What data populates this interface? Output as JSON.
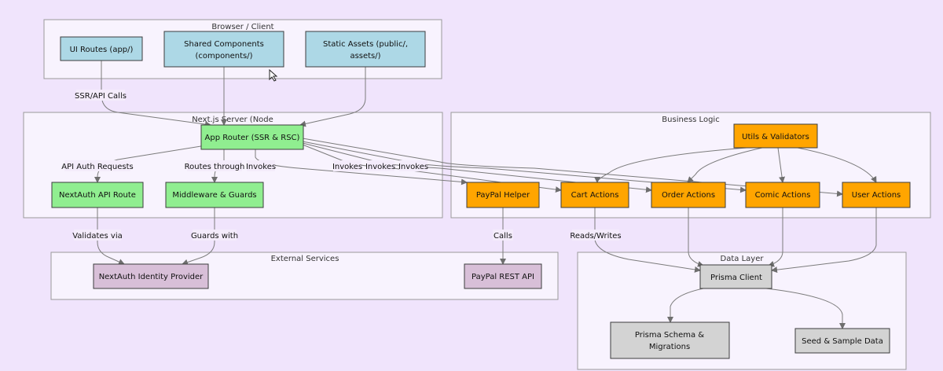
{
  "diagram": {
    "clusters": {
      "browser": "Browser / Client",
      "server": "Next.js Server (Node",
      "business": "Business Logic",
      "external": "External Services",
      "data": "Data Layer"
    },
    "nodes": {
      "ui_routes": [
        "UI Routes (app/)"
      ],
      "shared_components": [
        "Shared Components",
        "(components/)"
      ],
      "static_assets": [
        "Static Assets (public/,",
        "assets/)"
      ],
      "app_router": [
        "App Router (SSR & RSC)"
      ],
      "nextauth_route": [
        "NextAuth API Route"
      ],
      "middleware": [
        "Middleware & Guards"
      ],
      "utils": [
        "Utils & Validators"
      ],
      "paypal_helper": [
        "PayPal Helper"
      ],
      "cart_actions": [
        "Cart Actions"
      ],
      "order_actions": [
        "Order Actions"
      ],
      "comic_actions": [
        "Comic Actions"
      ],
      "user_actions": [
        "User Actions"
      ],
      "nextauth_idp": [
        "NextAuth Identity Provider"
      ],
      "paypal_api": [
        "PayPal REST API"
      ],
      "prisma_client": [
        "Prisma Client"
      ],
      "prisma_schema": [
        "Prisma Schema &",
        "Migrations"
      ],
      "seed_data": [
        "Seed & Sample Data"
      ]
    },
    "edge_labels": {
      "ssr_api_calls": "SSR/API Calls",
      "api_auth_requests": "API Auth Requests",
      "routes_through": "Routes through",
      "invokes_1": "Invokes",
      "invokes_2": "Invokes",
      "invokes_3": "Invokes",
      "invokes_4": "Invokes",
      "validates_via": "Validates via",
      "guards_with": "Guards with",
      "calls": "Calls",
      "reads_writes": "Reads/Writes"
    },
    "colors": {
      "client_node": "#add8e6",
      "server_node": "#90ee90",
      "logic_node": "#ffa500",
      "external_node": "#d8bfd8",
      "data_node": "#d3d3d3",
      "background": "#f0e4fc"
    },
    "icons": [
      "cursor-icon"
    ]
  }
}
